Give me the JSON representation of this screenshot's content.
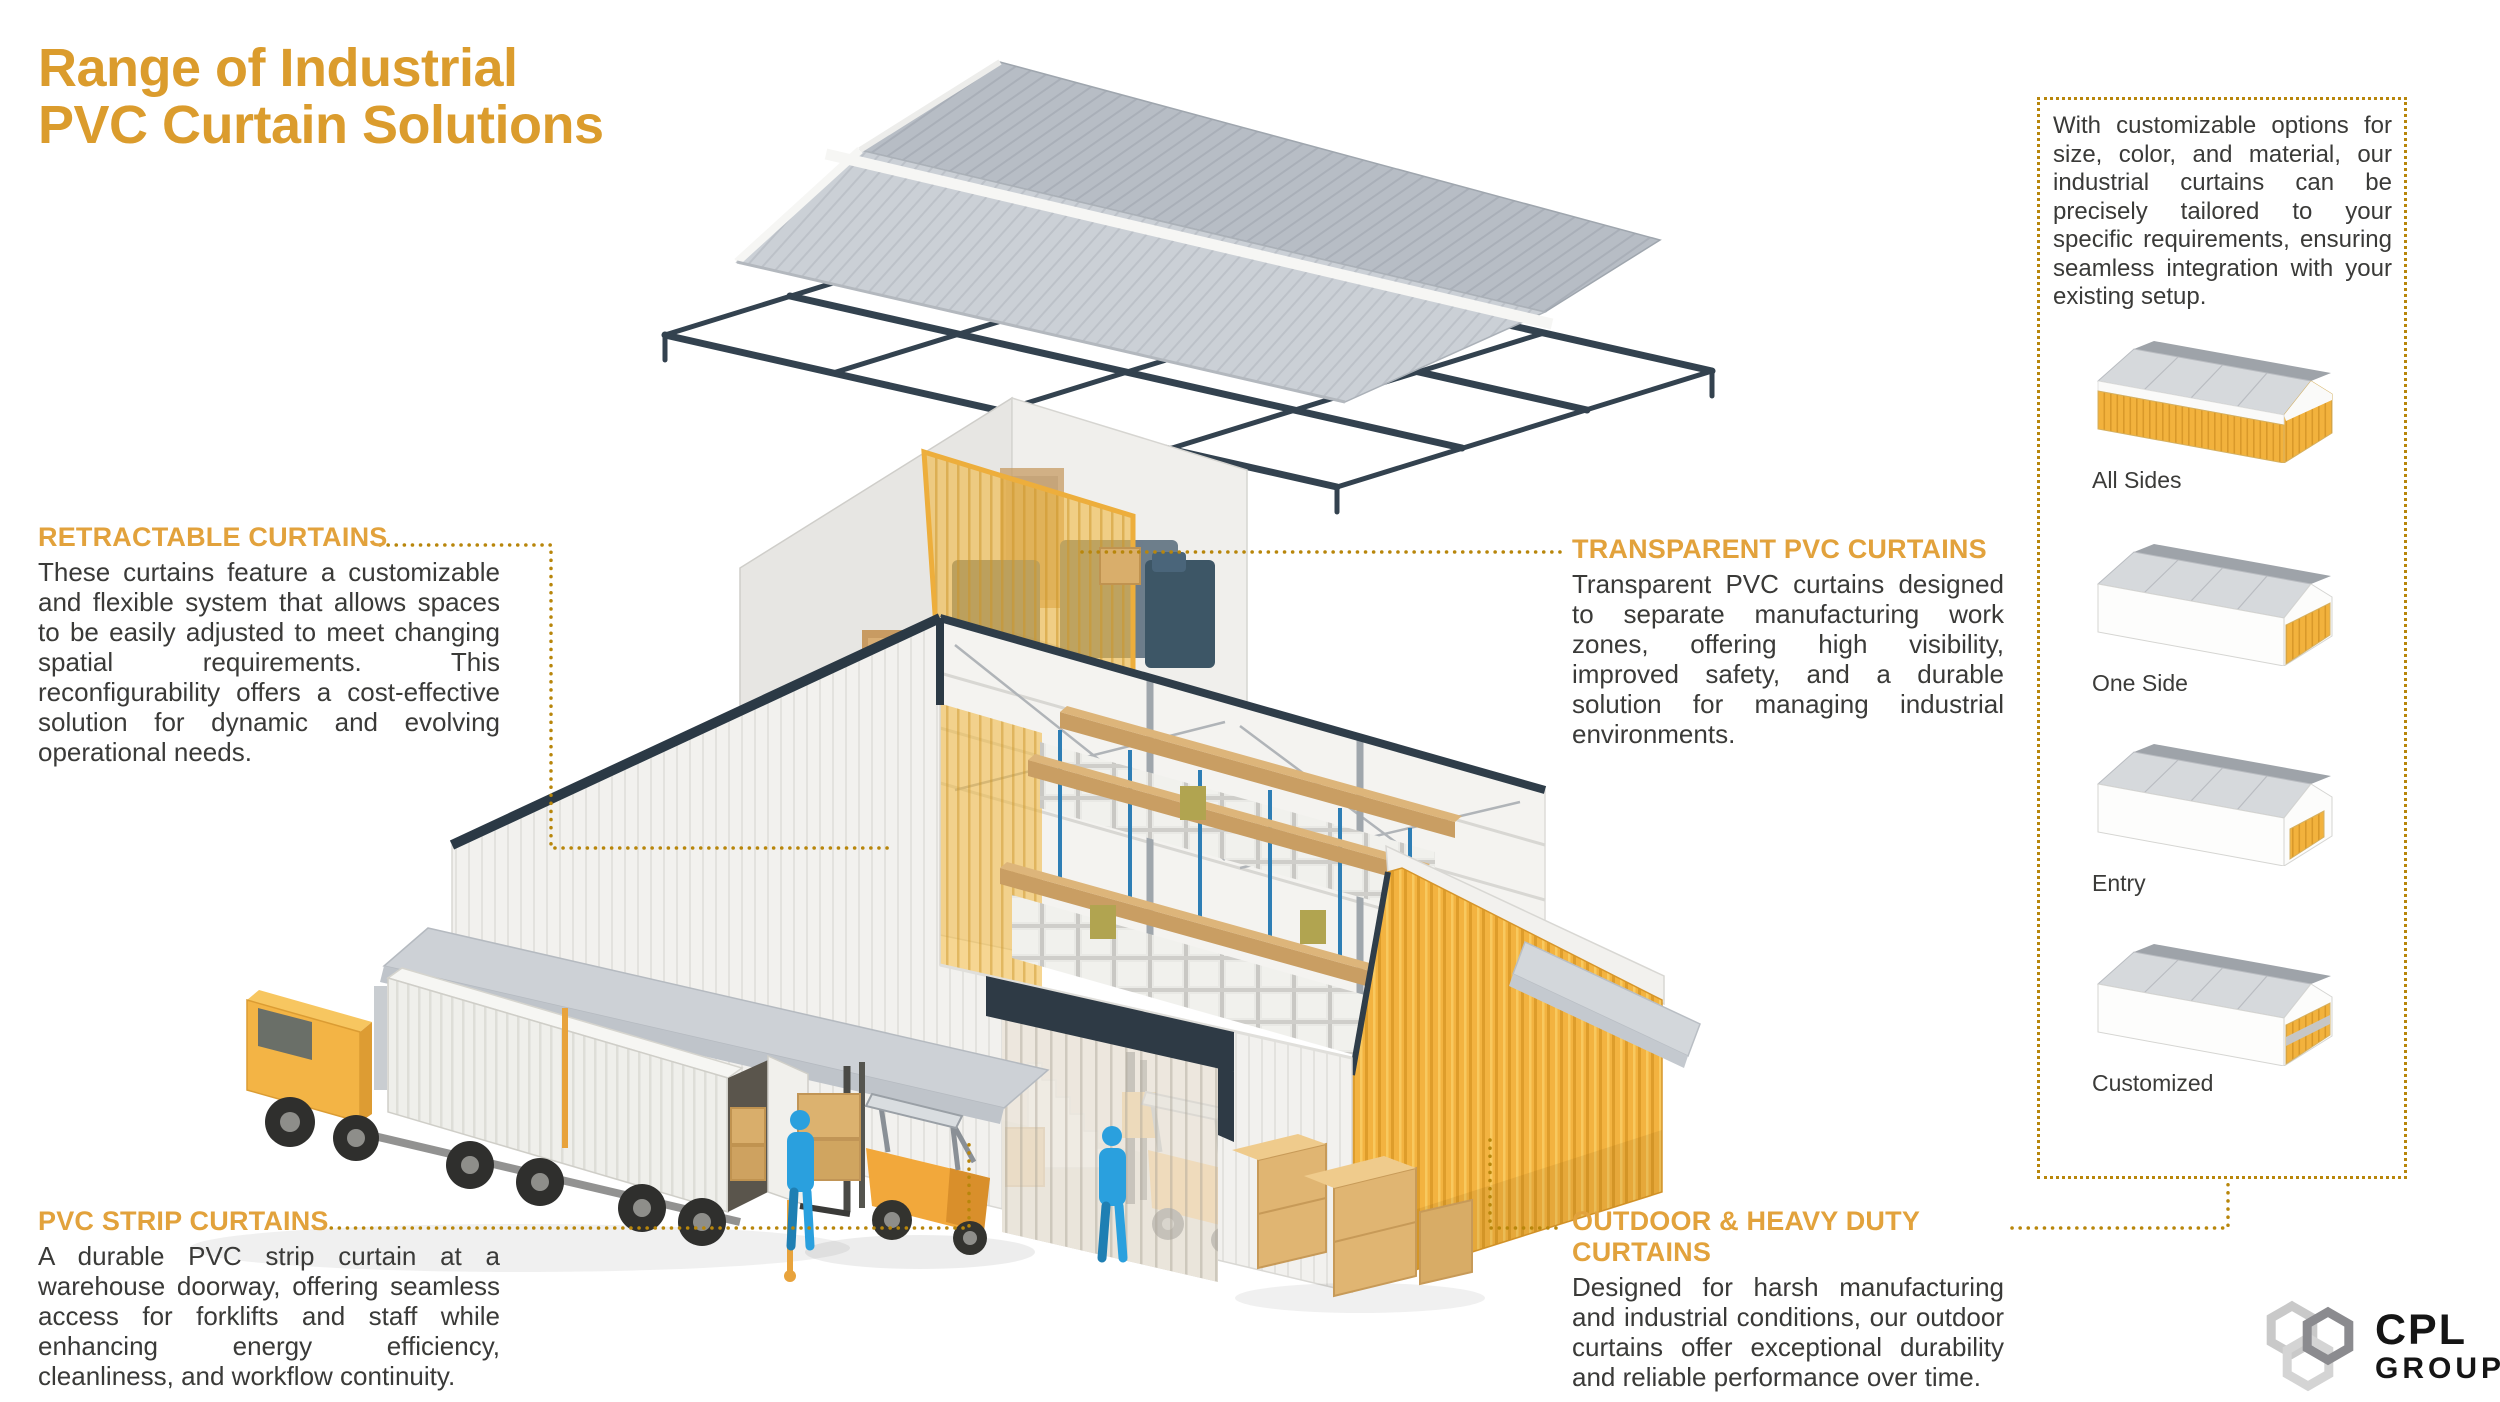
{
  "title": {
    "line1": "Range of Industrial",
    "line2": "PVC Curtain Solutions"
  },
  "callouts": {
    "retractable": {
      "heading": "RETRACTABLE CURTAINS",
      "body": "These curtains feature a customizable and flexible system that allows spaces to be easily adjusted to meet changing spatial requirements. This reconfigurability offers a cost-effective solution for dynamic and evolving operational needs."
    },
    "transparent": {
      "heading": "TRANSPARENT PVC CURTAINS",
      "body": "Transparent PVC curtains designed to separate manufacturing work zones, offering high visibility, improved safety, and a durable solution for managing industrial environments."
    },
    "pvc_strip": {
      "heading": "PVC STRIP CURTAINS",
      "body": "A durable PVC strip curtain at a warehouse doorway, offering seamless access for forklifts and staff while enhancing energy efficiency, cleanliness, and workflow continuity."
    },
    "outdoor": {
      "heading": "OUTDOOR & HEAVY DUTY CURTAINS",
      "body": "Designed for harsh manufacturing and industrial conditions, our outdoor curtains offer exceptional durability and reliable performance over time."
    }
  },
  "sidebar": {
    "intro": "With customizable options for size, color, and material, our industrial curtains can be precisely tailored to your specific requirements, ensuring seamless integration with your existing setup.",
    "options": [
      {
        "label": "All Sides"
      },
      {
        "label": "One Side"
      },
      {
        "label": "Entry"
      },
      {
        "label": "Customized"
      }
    ]
  },
  "logo": {
    "name": "CPL",
    "sub": "GROUP"
  },
  "colors": {
    "accent_orange": "#E2A23C",
    "title_orange": "#DB9C2D",
    "dotted_line": "#B8860B",
    "curtain_yellow": "#F3B340",
    "body_text": "#3A3A38",
    "steel_frame": "#33424F"
  }
}
